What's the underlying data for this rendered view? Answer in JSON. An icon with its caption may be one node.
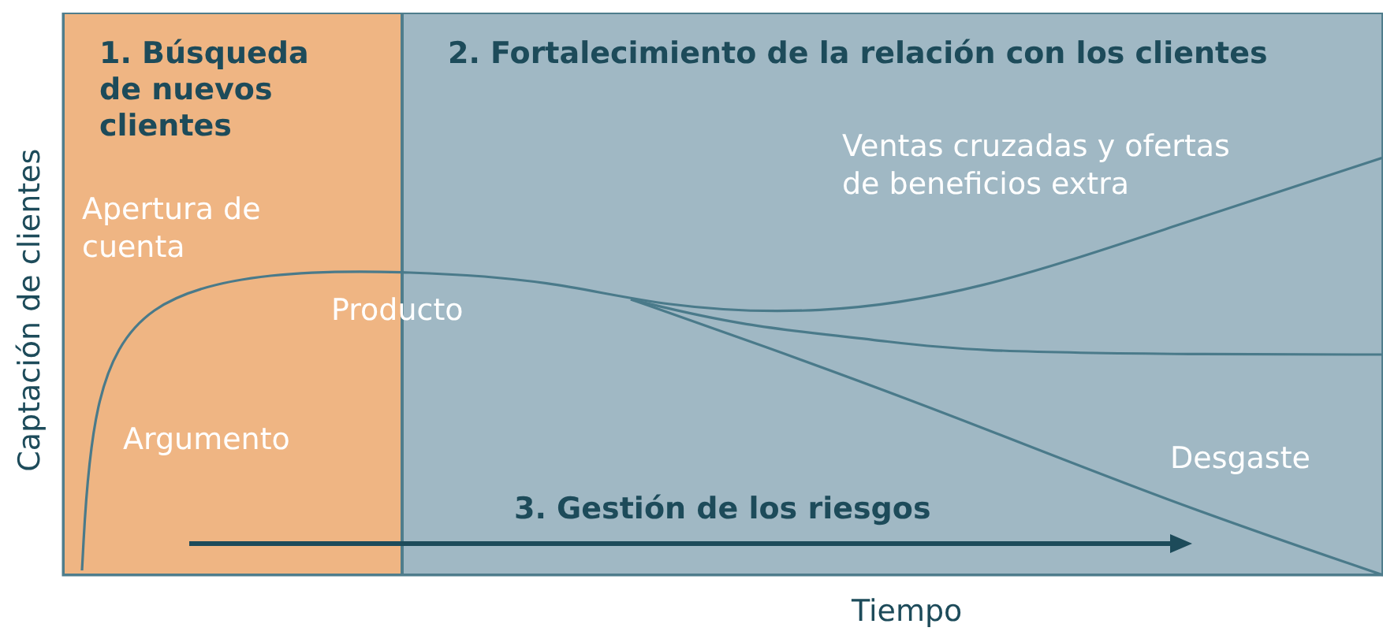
{
  "diagram": {
    "nodes": [
      {
        "text": [
          "1. Búsqueda de nuevos clientes"
        ]
      },
      {
        "text": [
          "2. Fortalecimiento de la relación con los clientes"
        ]
      },
      {
        "text": [
          "3. Gestión de los riesgos"
        ]
      }
    ],
    "labels": [
      "Captación de clientes",
      "Apertura de cuenta",
      "Ventas cruzadas y ofertas de beneficios extra",
      "Producto",
      "Argumento",
      "Desgaste",
      "Tiempo"
    ]
  }
}
